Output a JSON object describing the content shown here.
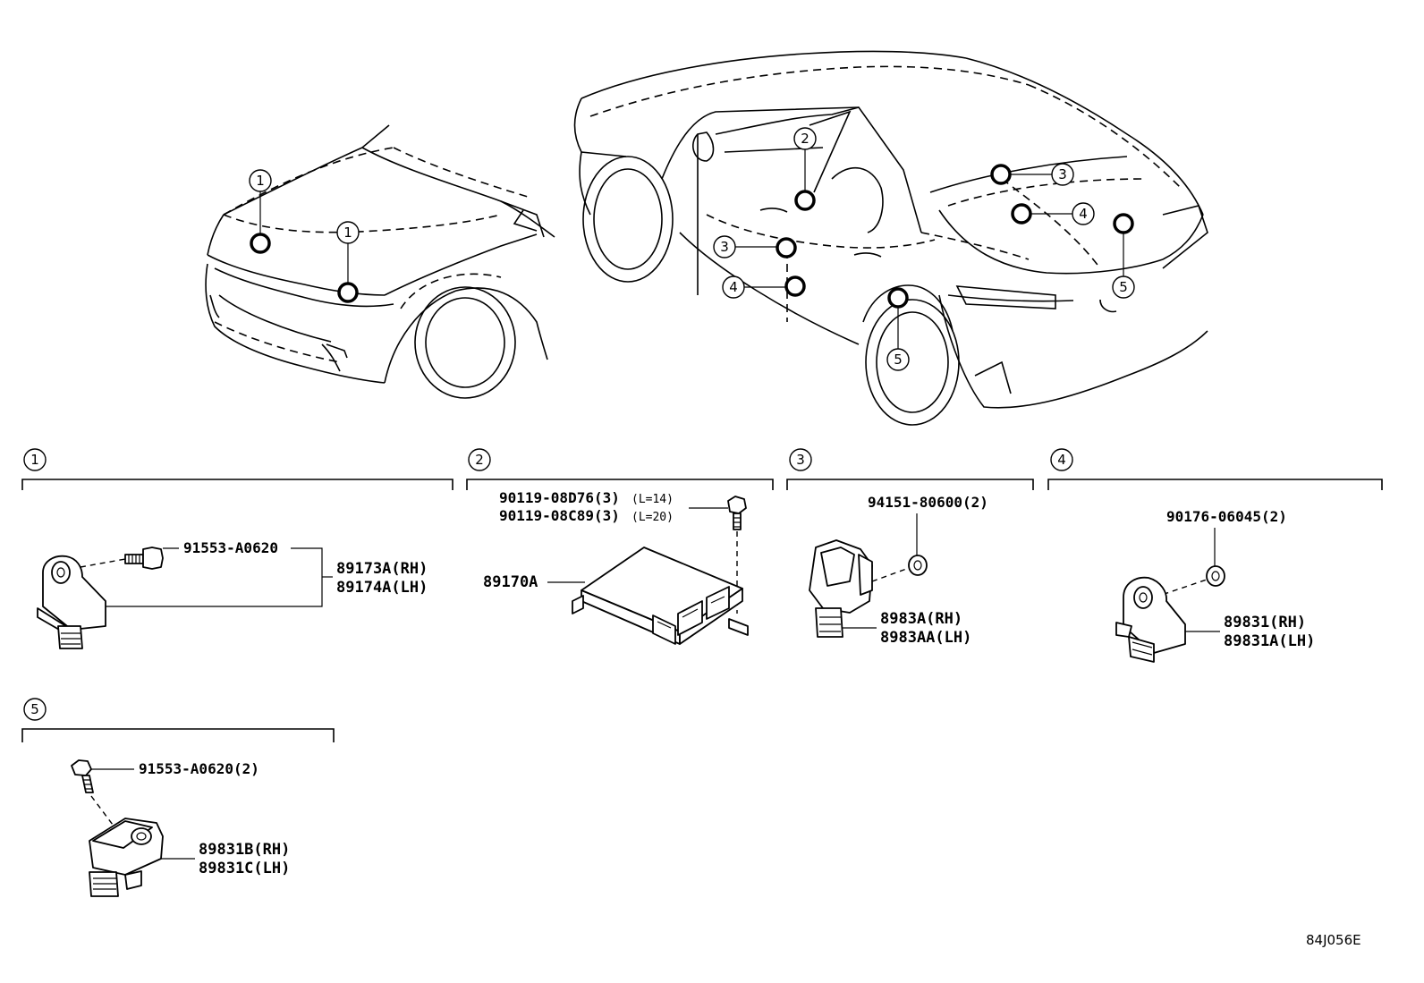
{
  "callouts": {
    "c1": "1",
    "c2": "2",
    "c3": "3",
    "c4": "4",
    "c5": "5"
  },
  "sections": [
    {
      "number": "1"
    },
    {
      "number": "2"
    },
    {
      "number": "3"
    },
    {
      "number": "4"
    },
    {
      "number": "5"
    }
  ],
  "parts": {
    "s1_bolt": "91553-A0620",
    "s1_rh": "89173A(RH)",
    "s1_lh": "89174A(LH)",
    "s2_bolt_a": "90119-08D76(3)",
    "s2_bolt_a_len": "(L=14)",
    "s2_bolt_b": "90119-08C89(3)",
    "s2_bolt_b_len": "(L=20)",
    "s2_module": "89170A",
    "s3_nut": "94151-80600(2)",
    "s3_rh": "8983A(RH)",
    "s3_lh": "8983AA(LH)",
    "s4_nut": "90176-06045(2)",
    "s4_rh": "89831(RH)",
    "s4_lh": "89831A(LH)",
    "s5_bolt": "91553-A0620(2)",
    "s5_rh": "89831B(RH)",
    "s5_lh": "89831C(LH)"
  },
  "diagram_code": "84J056E"
}
